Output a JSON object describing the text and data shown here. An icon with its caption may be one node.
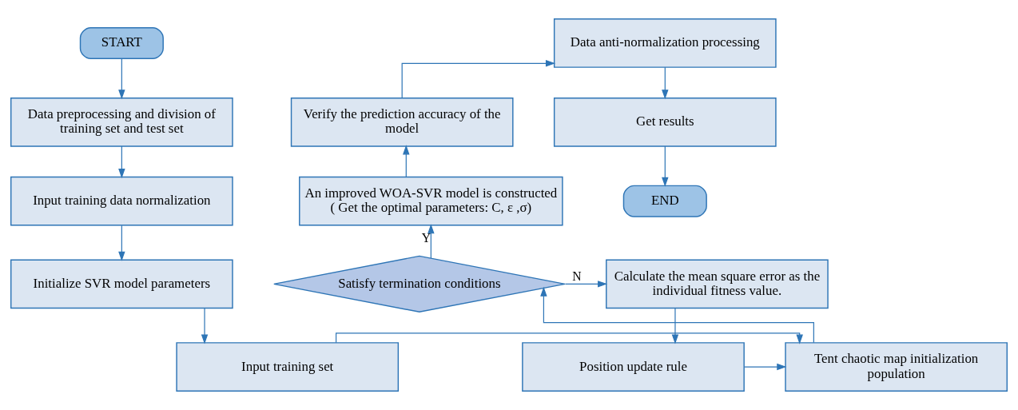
{
  "diagram": {
    "nodes": [
      {
        "text": [
          "START"
        ]
      },
      {
        "text": [
          "Data preprocessing and division of training set and test set"
        ]
      },
      {
        "text": [
          "Input training data normalization"
        ]
      },
      {
        "text": [
          "Initialize SVR model parameters"
        ]
      },
      {
        "text": [
          "Input training set"
        ]
      },
      {
        "text": [
          "Tent chaotic map initialization population"
        ]
      },
      {
        "text": [
          "Satisfy termination conditions"
        ]
      },
      {
        "text": [
          "An improved WOA-SVR model is constructed ( Get the optimal parameters: C, ε ,σ)"
        ]
      },
      {
        "text": [
          "Verify the prediction accuracy of the model"
        ]
      },
      {
        "text": [
          "Data anti-normalization processing"
        ]
      },
      {
        "text": [
          "Get results"
        ]
      },
      {
        "text": [
          "END"
        ]
      },
      {
        "text": [
          "Calculate the mean square error as the individual fitness value."
        ]
      },
      {
        "text": [
          "Position update rule"
        ]
      }
    ],
    "edges": [
      {
        "from": 0,
        "to": 1,
        "arrow": "to"
      },
      {
        "from": 1,
        "to": 2,
        "arrow": "to"
      },
      {
        "from": 2,
        "to": 3,
        "arrow": "to"
      },
      {
        "from": 3,
        "to": 4,
        "arrow": "to"
      },
      {
        "from": 4,
        "to": 5,
        "arrow": "to"
      },
      {
        "from": 5,
        "to": 6,
        "arrow": "to"
      },
      {
        "from": 6,
        "to": 7,
        "arrow": "to",
        "label": "Y"
      },
      {
        "from": 7,
        "to": 8,
        "arrow": "to"
      },
      {
        "from": 8,
        "to": 9,
        "arrow": "to"
      },
      {
        "from": 9,
        "to": 10,
        "arrow": "to"
      },
      {
        "from": 10,
        "to": 11,
        "arrow": "to"
      },
      {
        "from": 6,
        "to": 12,
        "arrow": "to",
        "label": "N"
      },
      {
        "from": 12,
        "to": 13,
        "arrow": "to"
      },
      {
        "from": 13,
        "to": 5,
        "arrow": "to"
      }
    ]
  }
}
